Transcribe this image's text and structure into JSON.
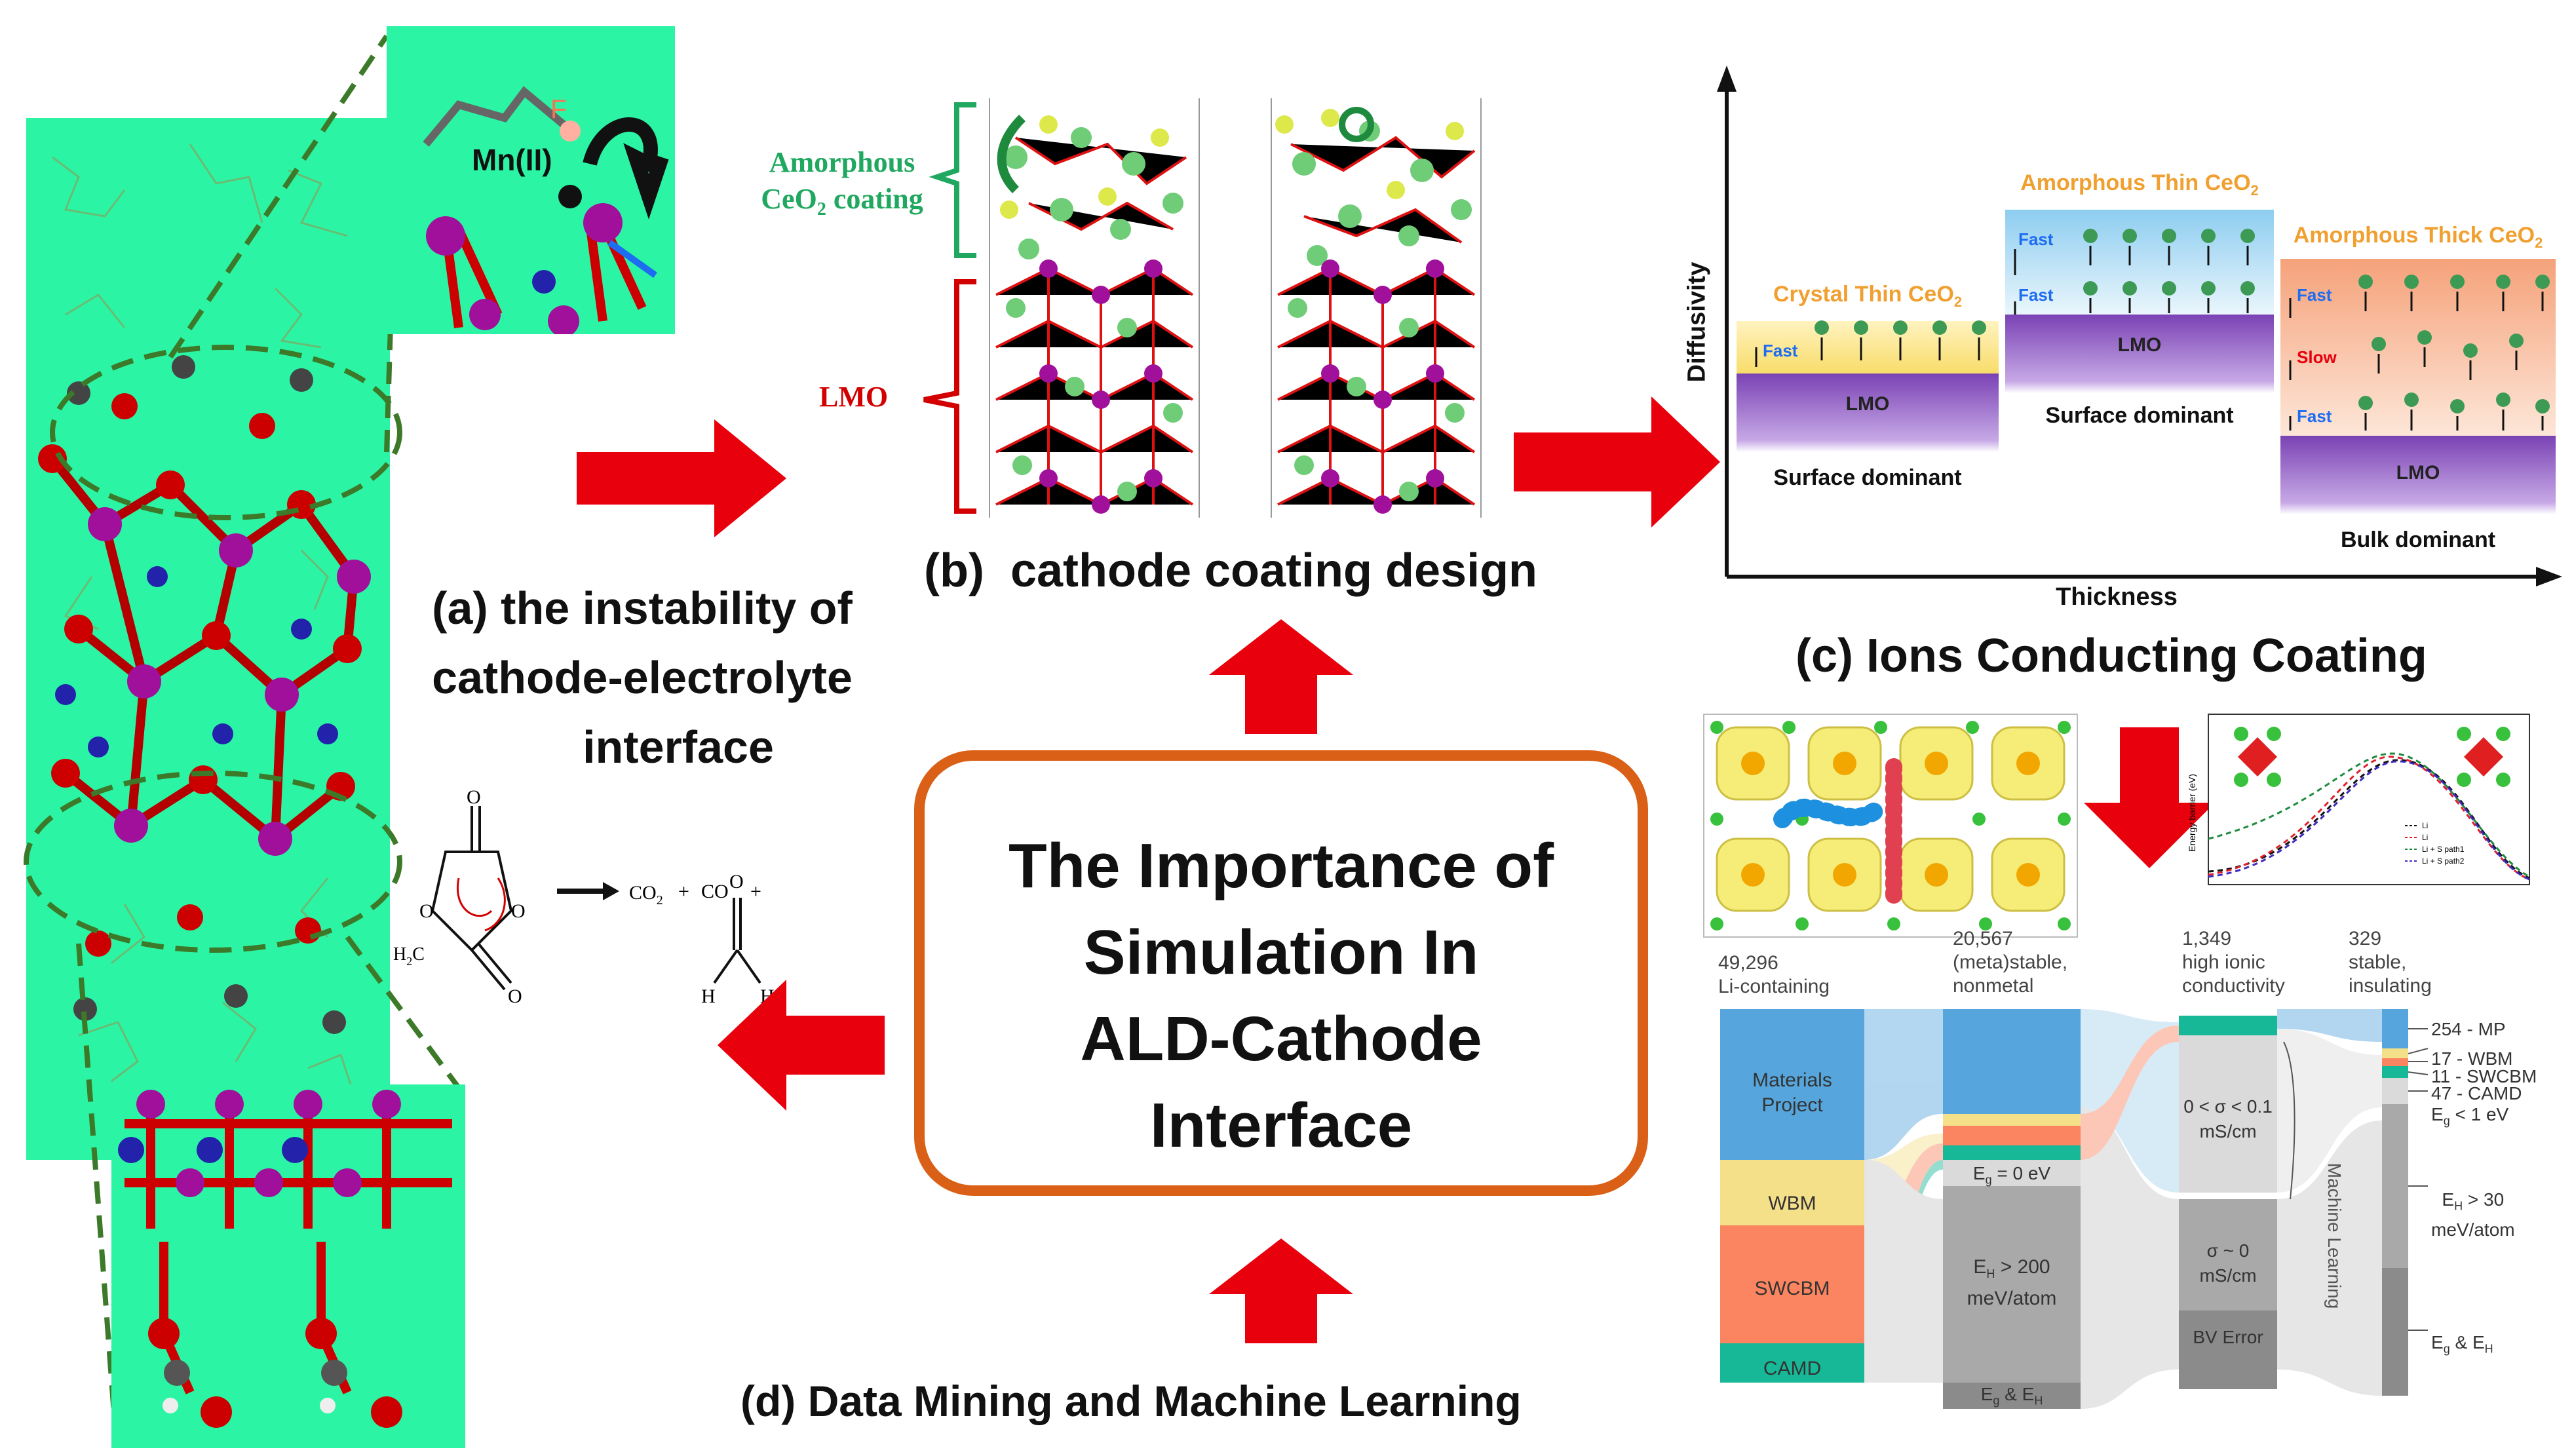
{
  "panel_a": {
    "caption_line1": "(a) the instability of",
    "caption_line2": "cathode-electrolyte",
    "caption_line3": "interface",
    "label_mn": "Mn(II)",
    "label_f": "F",
    "reaction": {
      "prod1": "CO",
      "prod1_sub": "2",
      "plus1": "+",
      "prod2": "CO",
      "plus2": "+",
      "h_left": "H",
      "h_right": "H",
      "ring_o": "O",
      "ring_h2c": "H",
      "ring_h2c_sub": "2",
      "ring_c": "C"
    }
  },
  "panel_b": {
    "caption": "(b)  cathode coating design",
    "label_amorphous_1": "Amorphous",
    "label_amorphous_2a": "CeO",
    "label_amorphous_2sub": "2",
    "label_amorphous_2b": " coating",
    "label_lmo": "LMO"
  },
  "panel_c": {
    "caption": "(c) Ions Conducting Coating",
    "y_axis": "Diffusivity",
    "x_axis": "Thickness",
    "box1": {
      "title_a": "Crystal Thin CeO",
      "title_sub": "2",
      "fast": "Fast",
      "lmo": "LMO",
      "foot": "Surface dominant"
    },
    "box2": {
      "title_a": "Amorphous Thin CeO",
      "title_sub": "2",
      "fast1": "Fast",
      "fast2": "Fast",
      "lmo": "LMO",
      "foot": "Surface dominant"
    },
    "box3": {
      "title_a": "Amorphous Thick CeO",
      "title_sub": "2",
      "fast1": "Fast",
      "slow": "Slow",
      "fast2": "Fast",
      "lmo": "LMO",
      "foot": "Bulk dominant"
    }
  },
  "panel_d": {
    "caption": "(d) Data Mining and Machine Learning",
    "columns": [
      {
        "count": "49,296",
        "label": "Li-containing"
      },
      {
        "count": "20,567",
        "label1": "(meta)stable,",
        "label2": "nonmetal"
      },
      {
        "count": "1,349",
        "label1": "high ionic",
        "label2": "conductivity"
      },
      {
        "count": "329",
        "label1": "stable,",
        "label2": "insulating"
      }
    ],
    "col1_segments": [
      "Materials Project",
      "WBM",
      "SWCBM",
      "CAMD"
    ],
    "col1_mp_line1": "Materials",
    "col1_mp_line2": "Project",
    "col2_eg": "E  = 0 eV",
    "col2_eh_1": "E  > 200",
    "col2_eh_2": "meV/atom",
    "col2_egeh": "E  & E",
    "col3_sigma_1": "0 < σ < 0.1",
    "col3_sigma_2": "mS/cm",
    "col3_zero_1": "σ ~ 0",
    "col3_zero_2": "mS/cm",
    "col3_bv": "BV Error",
    "ml_label": "Machine Learning",
    "right_labels": [
      "254 - MP",
      "17 - WBM",
      "11 - SWCBM",
      "47 - CAMD",
      "E  < 1 eV",
      "E  > 30",
      "meV/atom",
      "E  & E"
    ],
    "sub_g": "g",
    "sub_h": "H",
    "energy_legend": [
      "Li",
      "Li",
      "Li + S  path1",
      "Li + S  path2"
    ],
    "energy_axis": "Energy barrier (eV)"
  },
  "center": {
    "line1": "The Importance of",
    "line2": "Simulation In",
    "line3": "ALD-Cathode",
    "line4": "Interface"
  },
  "colors": {
    "arrow": "#e8000c",
    "center_border": "#d96016",
    "panel_a_bg": "#2bf5a5",
    "dash_green": "#3c7a2a",
    "mp_blue": "#56a6dd",
    "wbm_yellow": "#f5e08a",
    "swcbm_orange": "#fa8560",
    "camd_teal": "#17b897",
    "gray": "#a9a9a9",
    "light_gray": "#dadada",
    "lmo_purple": "#7a42b4"
  }
}
